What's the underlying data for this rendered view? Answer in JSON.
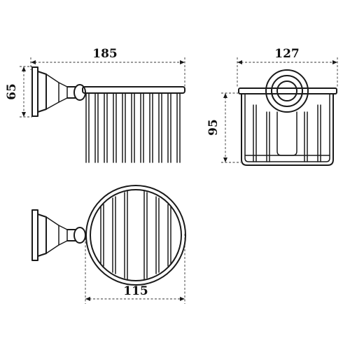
{
  "dimensions": {
    "top_view_width": "185",
    "top_view_height": "65",
    "front_view_width": "127",
    "front_view_height": "95",
    "bottom_view_width": "115"
  }
}
